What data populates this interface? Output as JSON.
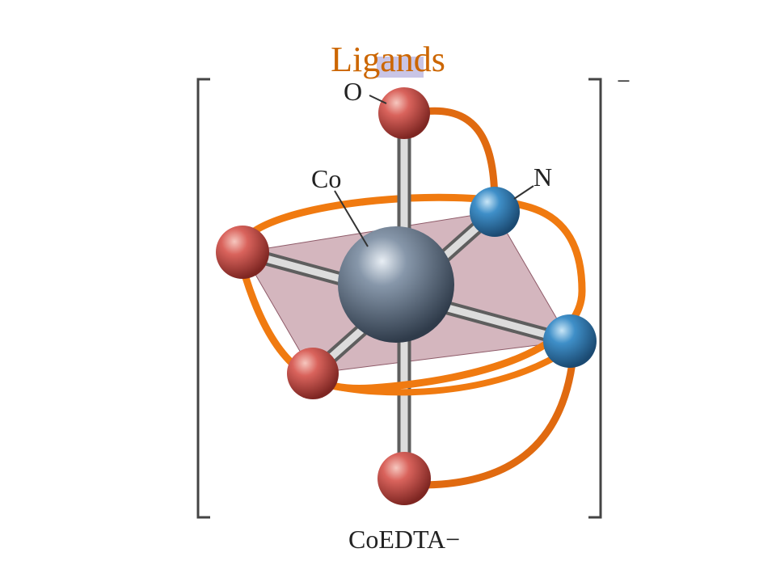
{
  "slide": {
    "title": "Ligands"
  },
  "figure": {
    "atom_labels": {
      "oxygen": "O",
      "cobalt": "Co",
      "nitrogen": "N"
    },
    "charge": "−",
    "caption": "CoEDTA−",
    "colors": {
      "title": "#cc6600",
      "oxygen": "#c8504d",
      "nitrogen": "#3a86c0",
      "cobalt": "#7a8ca0",
      "ring": "#f07a10",
      "plane": "#b07a88"
    }
  }
}
